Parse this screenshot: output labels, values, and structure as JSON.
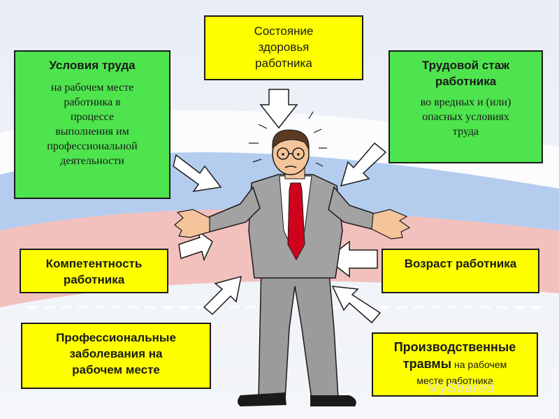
{
  "boxes": {
    "health": {
      "title": "Состояние\nздоровья\nработника"
    },
    "work_conditions": {
      "title": "Условия труда",
      "subtitle": "на рабочем месте\nработника в\nпроцессе\nвыполнения им\nпрофессиональной\nдеятельности"
    },
    "experience": {
      "title": "Трудовой стаж\nработника",
      "subtitle": "во вредных и (или)\nопасных условиях\nтруда"
    },
    "competence": {
      "title": "Компетентность\nработника"
    },
    "age": {
      "title": "Возраст работника"
    },
    "diseases": {
      "title": "Профессиональные\nзаболевания",
      "title_suffix": " на",
      "title_line3": "рабочем месте"
    },
    "traumas": {
      "title": "Производственные",
      "title_line2_bold": "травмы",
      "title_line2_rest": " на рабочем",
      "title_line3": "месте работника"
    }
  },
  "watermark": "MyShared",
  "colors": {
    "green_box": "#4ee44e",
    "yellow_box": "#ffff00",
    "suit": "#9a9a9a",
    "tie": "#d0021b"
  }
}
